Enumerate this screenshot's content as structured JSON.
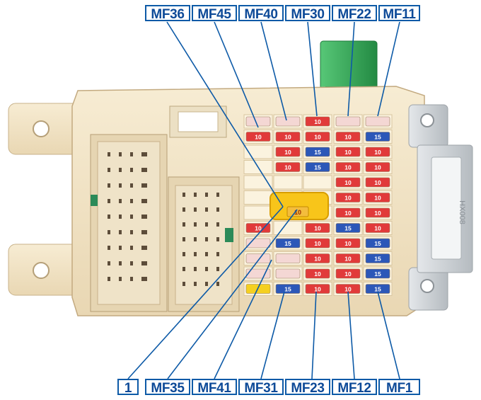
{
  "labels_top": [
    {
      "id": "MF36",
      "text": "MF36"
    },
    {
      "id": "MF45",
      "text": "MF45"
    },
    {
      "id": "MF40",
      "text": "MF40"
    },
    {
      "id": "MF30",
      "text": "MF30"
    },
    {
      "id": "MF22",
      "text": "MF22"
    },
    {
      "id": "MF11",
      "text": "MF11"
    }
  ],
  "labels_bottom": [
    {
      "id": "1",
      "text": "1"
    },
    {
      "id": "MF35",
      "text": "MF35"
    },
    {
      "id": "MF41",
      "text": "MF41"
    },
    {
      "id": "MF31",
      "text": "MF31"
    },
    {
      "id": "MF23",
      "text": "MF23"
    },
    {
      "id": "MF12",
      "text": "MF12"
    },
    {
      "id": "MF1",
      "text": "MF1"
    }
  ],
  "fuse_ratings": [
    "10",
    "15"
  ],
  "relay_rating": "10",
  "housing_marking": "HX008",
  "colors": {
    "label_border": "#0d5aa7",
    "label_text": "#0d4a98",
    "leader_line": "#0d5aa7",
    "housing": "#f3e4c4",
    "fuse_red": "#e13a3a",
    "fuse_blue": "#2c57b8",
    "fuse_clear": "#f4d7d4",
    "fuse_yellow": "#f5d020",
    "relay_green": "#2fae54",
    "bracket": "#cfd3d6"
  }
}
